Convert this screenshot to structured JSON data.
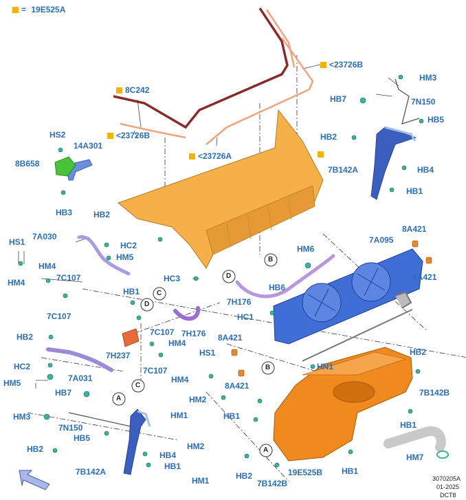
{
  "legend": {
    "marker_color": "#f2b400",
    "eq": "=",
    "code": "19E525A"
  },
  "colors": {
    "label": "#2a6fb8",
    "orange_part": "#f6b04a",
    "blue_part": "#3f6fd6",
    "lower_shroud": "#f08a1e",
    "seal_dark": "#8a2a2a",
    "seal_light": "#f2a27c",
    "hose": "#9a8ad8",
    "clip": "#3cb39a"
  },
  "labels": {
    "marked": {
      "l23726B_top": "<23726B",
      "l8C242": "8C242",
      "l23726B_left": "<23726B",
      "l23726A": "<23726A",
      "lblank": ""
    },
    "hs2": "HS2",
    "n14a301": "14A301",
    "n8b658": "8B658",
    "hb3": "HB3",
    "hm3_top": "HM3",
    "hb7_top": "HB7",
    "n7n150_top": "7N150",
    "hb5_top": "HB5",
    "hb2_r": "HB2",
    "n7b142a_r": "7B142A",
    "hb4_r": "HB4",
    "hb1_r": "HB1",
    "hb2_m": "HB2",
    "n7a030": "7A030",
    "hc2_m": "HC2",
    "hm5_m": "HM5",
    "hs1_l": "HS1",
    "hm4_l1": "HM4",
    "hm4_l2": "HM4",
    "n7c107_l1": "7C107",
    "n7c107_l2": "7C107",
    "n8a421_1": "8A421",
    "n7a095": "7A095",
    "hm6": "HM6",
    "n8a421_2": "8A421",
    "hc3": "HC3",
    "n7h176_1": "7H176",
    "hb6": "HB6",
    "hc1": "HC1",
    "hb1_m": "HB1",
    "n7h176_2": "7H176",
    "n8a421_3": "8A421",
    "hb2_l": "HB2",
    "n7h237": "7H237",
    "n7c107_m1": "7C107",
    "hm4_m1": "HM4",
    "hs1_m": "HS1",
    "n7c107_m2": "7C107",
    "hm4_m2": "HM4",
    "hc2_l": "HC2",
    "n7a031": "7A031",
    "hm5_l": "HM5",
    "n8a421_4": "8A421",
    "hn1": "HN1",
    "hb2_lr": "HB2",
    "hb7_l": "HB7",
    "hm2_1": "HM2",
    "hm1_1": "HM1",
    "hb1_c": "HB1",
    "n7b142b_r": "7B142B",
    "hm3_l": "HM3",
    "n7n150_l": "7N150",
    "hb5_l": "HB5",
    "hb1_rr": "HB1",
    "hb2_ll": "HB2",
    "hb4_l": "HB4",
    "n7b142a_l": "7B142A",
    "hb1_l": "HB1",
    "hm2_2": "HM2",
    "hm7": "HM7",
    "hm1_2": "HM1",
    "hb2_b": "HB2",
    "n7b142b_b": "7B142B",
    "n19e525b": "19E525B",
    "hb1_b": "HB1"
  },
  "callouts": [
    "A",
    "B",
    "C",
    "D"
  ],
  "footer": {
    "line1": "3070205A",
    "line2": "01-2025",
    "line3": "DCT8"
  }
}
